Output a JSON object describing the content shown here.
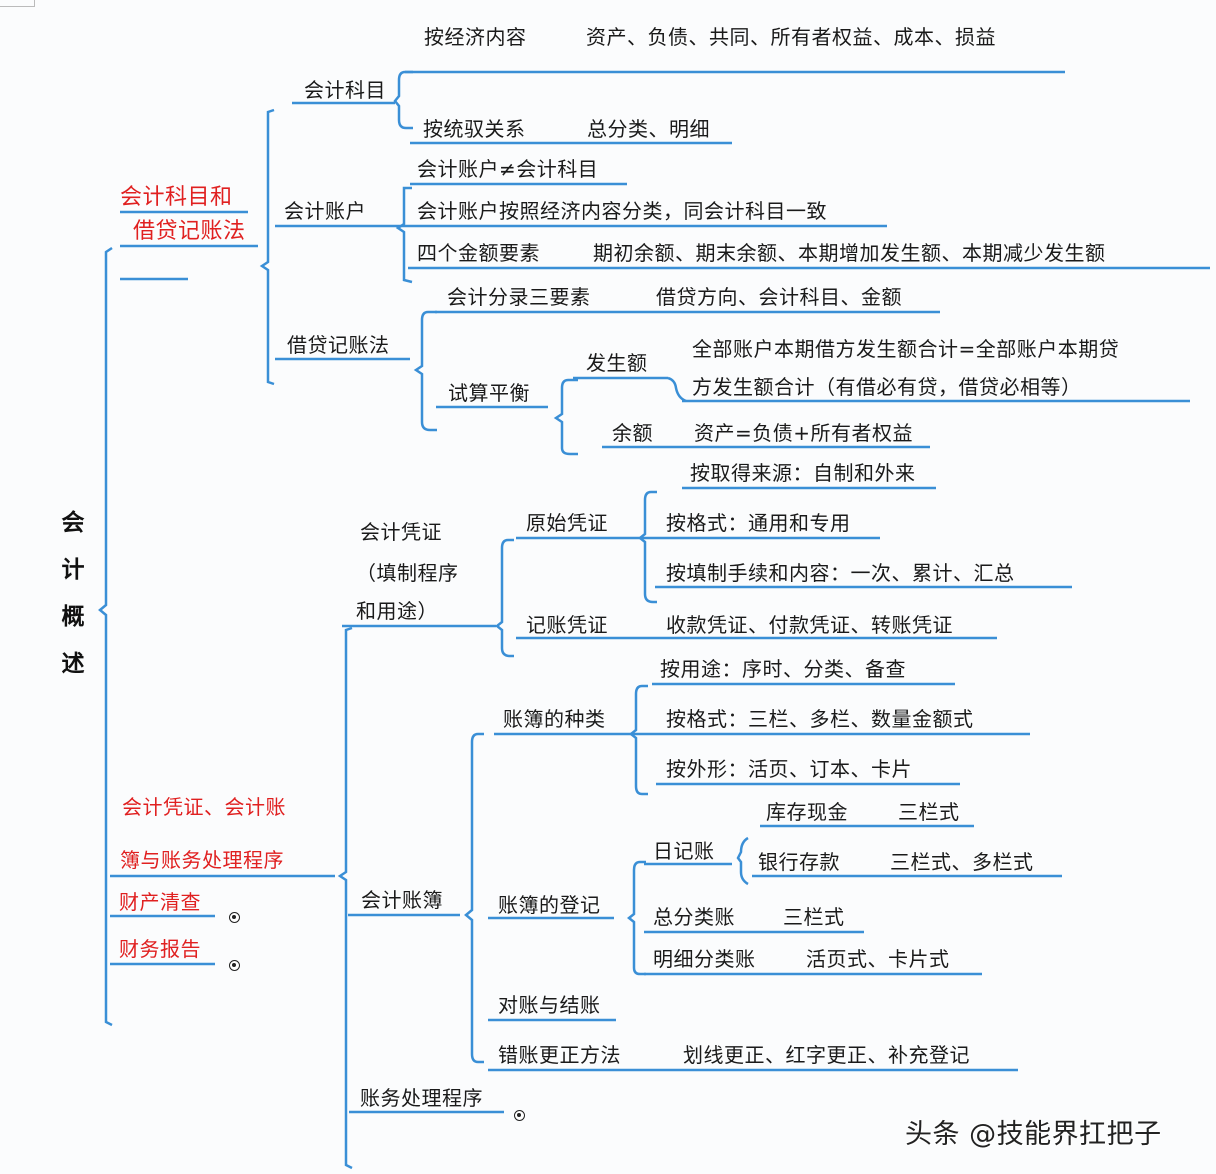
{
  "root": {
    "title": "会\n计\n概\n述"
  },
  "branch1": {
    "title_line1": "会计科目和",
    "title_line2": "借贷记账法",
    "subject": {
      "label": "会计科目",
      "by_content": {
        "label": "按经济内容",
        "value": "资产、负债、共同、所有者权益、成本、损益"
      },
      "by_relation": {
        "label": "按统驭关系",
        "value": "总分类、明细"
      }
    },
    "account": {
      "label": "会计账户",
      "items": [
        "会计账户≠会计科目",
        "会计账户按照经济内容分类，同会计科目一致",
        "四个金额要素"
      ],
      "amount_elements_value": "期初余额、期末余额、本期增加发生额、本期减少发生额"
    },
    "debit_credit": {
      "label": "借贷记账法",
      "entry_elements": {
        "label": "会计分录三要素",
        "value": "借贷方向、会计科目、金额"
      },
      "trial_balance": {
        "label": "试算平衡",
        "occurrence": {
          "label": "发生额",
          "line1": "全部账户本期借方发生额合计=全部账户本期贷",
          "line2": "方发生额合计（有借必有贷，借贷必相等）"
        },
        "balance": {
          "label": "余额",
          "value": "资产=负债+所有者权益"
        }
      }
    }
  },
  "branch2": {
    "title_line1": "会计凭证、会计账",
    "title_line2": "簿与账务处理程序",
    "voucher": {
      "label_line1": "会计凭证",
      "label_line2": "（填制程序",
      "label_line3": "和用途）",
      "original": {
        "label": "原始凭证",
        "items": [
          "按取得来源：自制和外来",
          "按格式：通用和专用",
          "按填制手续和内容：一次、累计、汇总"
        ]
      },
      "bookkeeping": {
        "label": "记账凭证",
        "value": "收款凭证、付款凭证、转账凭证"
      }
    },
    "books": {
      "label": "会计账簿",
      "types": {
        "label": "账簿的种类",
        "items": [
          "按用途：序时、分类、备查",
          "按格式：三栏、多栏、数量金额式",
          "按外形：活页、订本、卡片"
        ]
      },
      "registration": {
        "label": "账簿的登记",
        "journal": {
          "label": "日记账",
          "cash": {
            "label": "库存现金",
            "value": "三栏式"
          },
          "bank": {
            "label": "银行存款",
            "value": "三栏式、多栏式"
          }
        },
        "general": {
          "label": "总分类账",
          "value": "三栏式"
        },
        "detail": {
          "label": "明细分类账",
          "value": "活页式、卡片式"
        }
      },
      "reconcile": {
        "label": "对账与结账"
      },
      "correction": {
        "label": "错账更正方法",
        "value": "划线更正、红字更正、补充登记"
      }
    },
    "procedure": {
      "label": "账务处理程序"
    }
  },
  "branch3": {
    "title": "财产清查"
  },
  "branch4": {
    "title": "财务报告"
  },
  "watermark": "头条 @技能界扛把子",
  "colors": {
    "line": "#3a8fd6",
    "accent_text": "#e02020",
    "text": "#1a1a1a"
  }
}
